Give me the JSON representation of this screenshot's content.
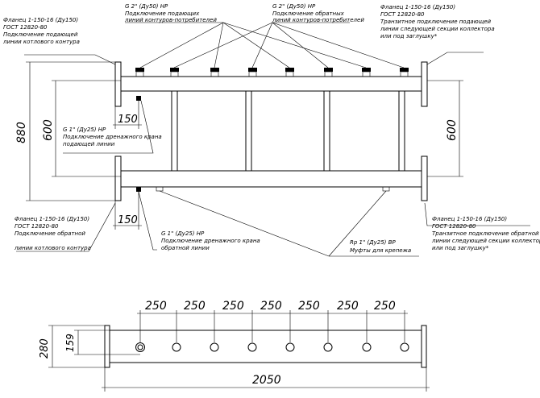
{
  "annotations": {
    "supply_flange_left": [
      "Фланец 1-150-16 (Ду150)",
      "ГОСТ 12820-80",
      "Подключение подающей",
      "линии котлового контура"
    ],
    "supply_branches": [
      "G 2\" (Ду50) НР",
      "Подключение подающих",
      "линий контуров-потребителей"
    ],
    "return_branches": [
      "G 2\" (Ду50) НР",
      "Подключение обратных",
      "линий контуров-потребителей"
    ],
    "transit_supply_right": [
      "Фланец 1-150-16 (Ду150)",
      "ГОСТ 12820-80",
      "Транзитное подключение подающей",
      "линии следующей секции коллектора",
      "или под заглушку*"
    ],
    "drain_supply": [
      "G 1\" (Ду25) НР",
      "Подключение дренажного крана",
      "подающей линии"
    ],
    "return_flange_left": [
      "Фланец 1-150-16 (Ду150)",
      "ГОСТ 12820-80",
      "Подключение обратной",
      "линии котлового контура"
    ],
    "drain_return": [
      "G 1\" (Ду25) НР",
      "Подключение дренажного крана",
      "обратной линии"
    ],
    "mount_couplings": [
      "Rp 1\" (Ду25) ВР",
      "Муфты для крепежа"
    ],
    "transit_return_right": [
      "Фланец 1-150-16 (Ду150)",
      "ГОСТ 12820-80",
      "Транзитное подключение обратной",
      "линии следующей секции коллектора",
      "или под заглушку*"
    ]
  },
  "dimensions": {
    "overall_height": "880",
    "pipe_spacing_left": "600",
    "pipe_spacing_right": "600",
    "drain_offset_top": "150",
    "drain_offset_bottom": "150",
    "plan_steps": [
      "250",
      "250",
      "250",
      "250",
      "250",
      "250",
      "250"
    ],
    "plan_height": "280",
    "plan_half": "159",
    "plan_length": "2050"
  }
}
